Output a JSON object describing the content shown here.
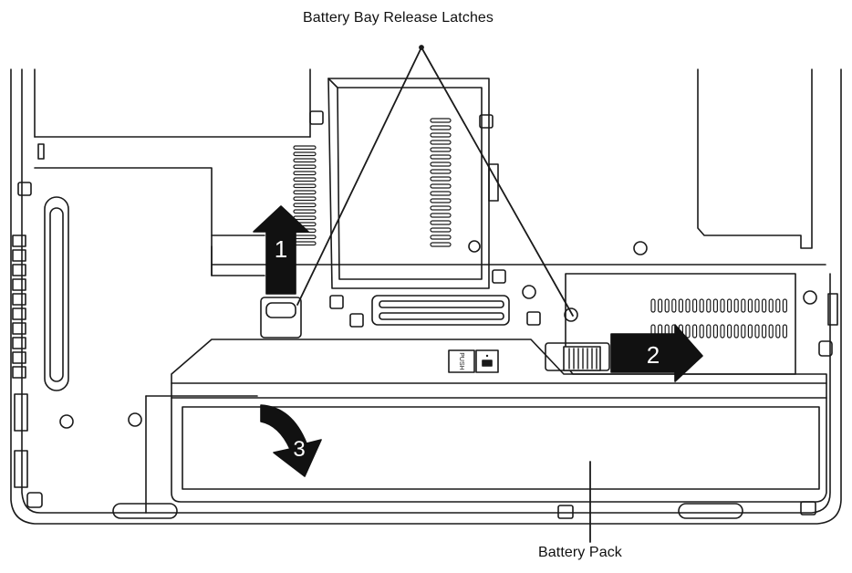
{
  "diagram": {
    "callouts": {
      "latches": "Battery Bay Release Latches",
      "battery_pack": "Battery Pack"
    },
    "steps": [
      {
        "number": "1",
        "direction": "up"
      },
      {
        "number": "2",
        "direction": "right"
      },
      {
        "number": "3",
        "direction": "down-curved"
      }
    ],
    "battery_label": {
      "push_text": "PUSH"
    },
    "colors": {
      "line": "#1a1a1a",
      "arrow_fill": "#111111",
      "background": "#ffffff"
    }
  }
}
